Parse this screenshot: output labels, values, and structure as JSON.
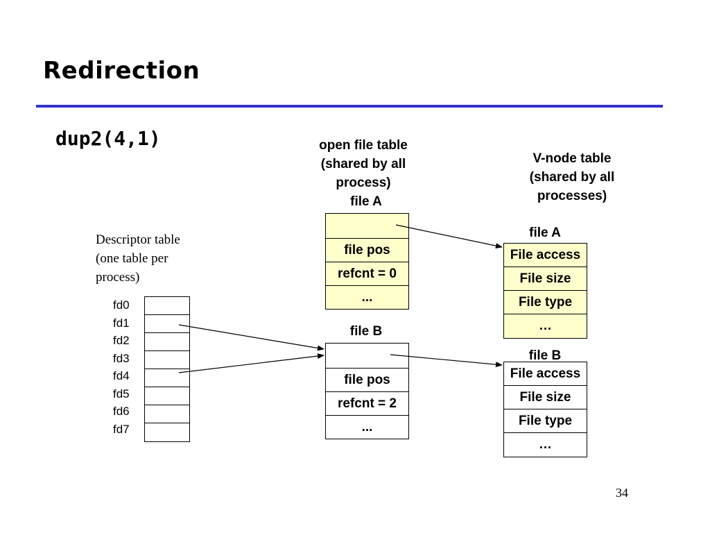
{
  "slide": {
    "title": "Redirection",
    "subtitle": "dup2(4,1)",
    "page_number": "34"
  },
  "open_file_table": {
    "header": "open file table\n(shared by all\nprocess)",
    "fileA": {
      "label": "file A",
      "cells": [
        "",
        "file pos",
        "refcnt = 0",
        "..."
      ]
    },
    "fileB": {
      "label": "file B",
      "cells": [
        "",
        "file pos",
        "refcnt = 2",
        "..."
      ]
    }
  },
  "vnode_table": {
    "header": "V-node table\n(shared by all\nprocesses)",
    "fileA": {
      "label": "file A",
      "cells": [
        "File access",
        "File size",
        "File type",
        "…"
      ]
    },
    "fileB": {
      "label": "file B",
      "cells": [
        "File access",
        "File size",
        "File type",
        "…"
      ]
    }
  },
  "descriptor_table": {
    "label": "Descriptor table\n(one table per\nprocess)",
    "fds": [
      "fd0",
      "fd1",
      "fd2",
      "fd3",
      "fd4",
      "fd5",
      "fd6",
      "fd7"
    ]
  },
  "colors": {
    "rule": "#3333cc",
    "highlight": "#ffffcc"
  }
}
